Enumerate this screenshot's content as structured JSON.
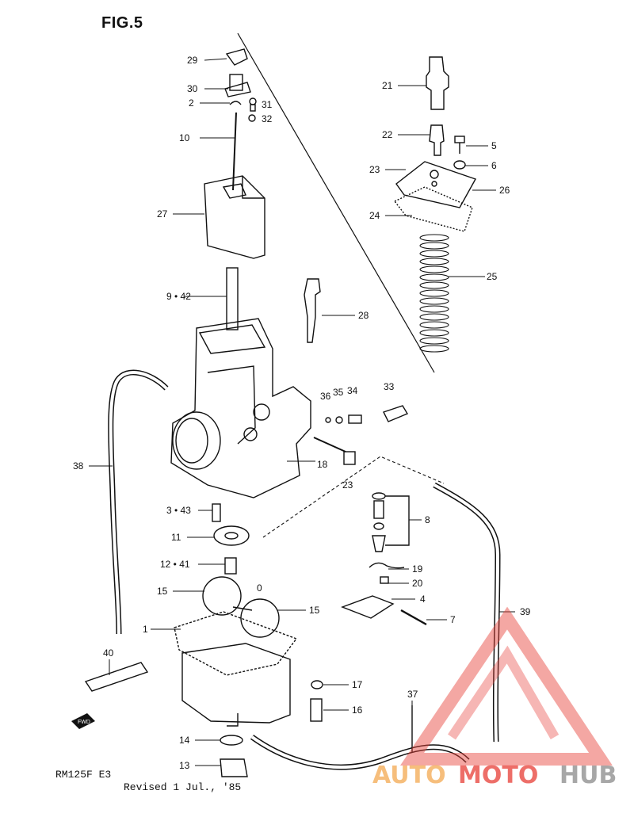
{
  "figure_title": "FIG.5",
  "model_code": "RM125F E3",
  "revision_note": "Revised 1 Jul., '85",
  "fwd_label": "FWD",
  "logo": {
    "text_a": "AUTO",
    "text_b": "MOTO",
    "text_c": "HUB",
    "color_red": "#e8433b",
    "color_orange": "#f3a64b",
    "color_gray": "#8c8c8c"
  },
  "parts": [
    {
      "id": "p29",
      "label": "29"
    },
    {
      "id": "p30",
      "label": "30"
    },
    {
      "id": "p2",
      "label": "2"
    },
    {
      "id": "p31",
      "label": "31"
    },
    {
      "id": "p32",
      "label": "32"
    },
    {
      "id": "p10",
      "label": "10"
    },
    {
      "id": "p27",
      "label": "27"
    },
    {
      "id": "p9",
      "label": "9 • 42"
    },
    {
      "id": "p28",
      "label": "28"
    },
    {
      "id": "p21",
      "label": "21"
    },
    {
      "id": "p22",
      "label": "22"
    },
    {
      "id": "p5",
      "label": "5"
    },
    {
      "id": "p23a",
      "label": "23"
    },
    {
      "id": "p6",
      "label": "6"
    },
    {
      "id": "p26",
      "label": "26"
    },
    {
      "id": "p24",
      "label": "24"
    },
    {
      "id": "p25",
      "label": "25"
    },
    {
      "id": "p36",
      "label": "36"
    },
    {
      "id": "p35",
      "label": "35"
    },
    {
      "id": "p34",
      "label": "34"
    },
    {
      "id": "p33",
      "label": "33"
    },
    {
      "id": "p38",
      "label": "38"
    },
    {
      "id": "p18",
      "label": "18"
    },
    {
      "id": "p23b",
      "label": "23"
    },
    {
      "id": "p3",
      "label": "3 • 43"
    },
    {
      "id": "p8",
      "label": "8"
    },
    {
      "id": "p11",
      "label": "11"
    },
    {
      "id": "p12",
      "label": "12 • 41"
    },
    {
      "id": "p19",
      "label": "19"
    },
    {
      "id": "p20",
      "label": "20"
    },
    {
      "id": "p4",
      "label": "4"
    },
    {
      "id": "p15a",
      "label": "15"
    },
    {
      "id": "p0",
      "label": "0"
    },
    {
      "id": "p15b",
      "label": "15"
    },
    {
      "id": "p7",
      "label": "7"
    },
    {
      "id": "p39",
      "label": "39"
    },
    {
      "id": "p1",
      "label": "1"
    },
    {
      "id": "p40",
      "label": "40"
    },
    {
      "id": "p17",
      "label": "17"
    },
    {
      "id": "p16",
      "label": "16"
    },
    {
      "id": "p37",
      "label": "37"
    },
    {
      "id": "p14",
      "label": "14"
    },
    {
      "id": "p13",
      "label": "13"
    }
  ]
}
